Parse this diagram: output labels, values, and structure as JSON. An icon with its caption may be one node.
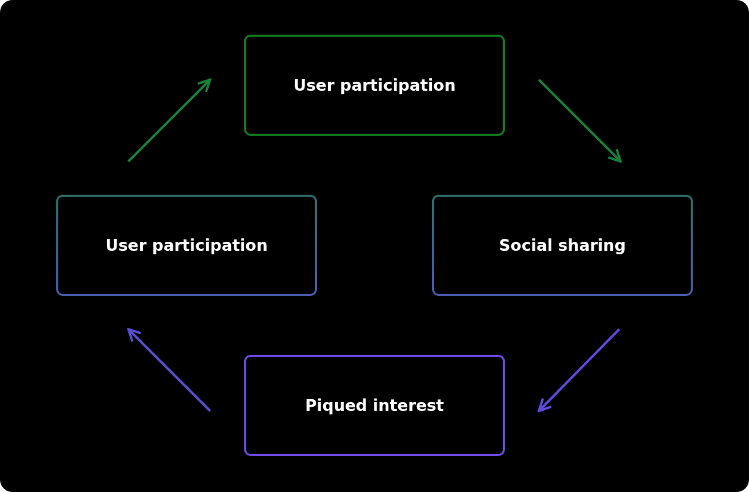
{
  "diagram": {
    "nodes": [
      {
        "text": [
          "User participation"
        ]
      },
      {
        "text": [
          "Social sharing"
        ]
      },
      {
        "text": [
          "Piqued interest"
        ]
      },
      {
        "text": [
          "User participation"
        ]
      }
    ],
    "edges": [
      {
        "from": 3,
        "to": 0,
        "arrow": "to",
        "color": "#18803a"
      },
      {
        "from": 0,
        "to": 1,
        "arrow": "to",
        "color": "#18803a"
      },
      {
        "from": 1,
        "to": 2,
        "arrow": "to",
        "color": "#6248e0"
      },
      {
        "from": 2,
        "to": 3,
        "arrow": "to",
        "color": "#5a4ed0"
      }
    ]
  }
}
